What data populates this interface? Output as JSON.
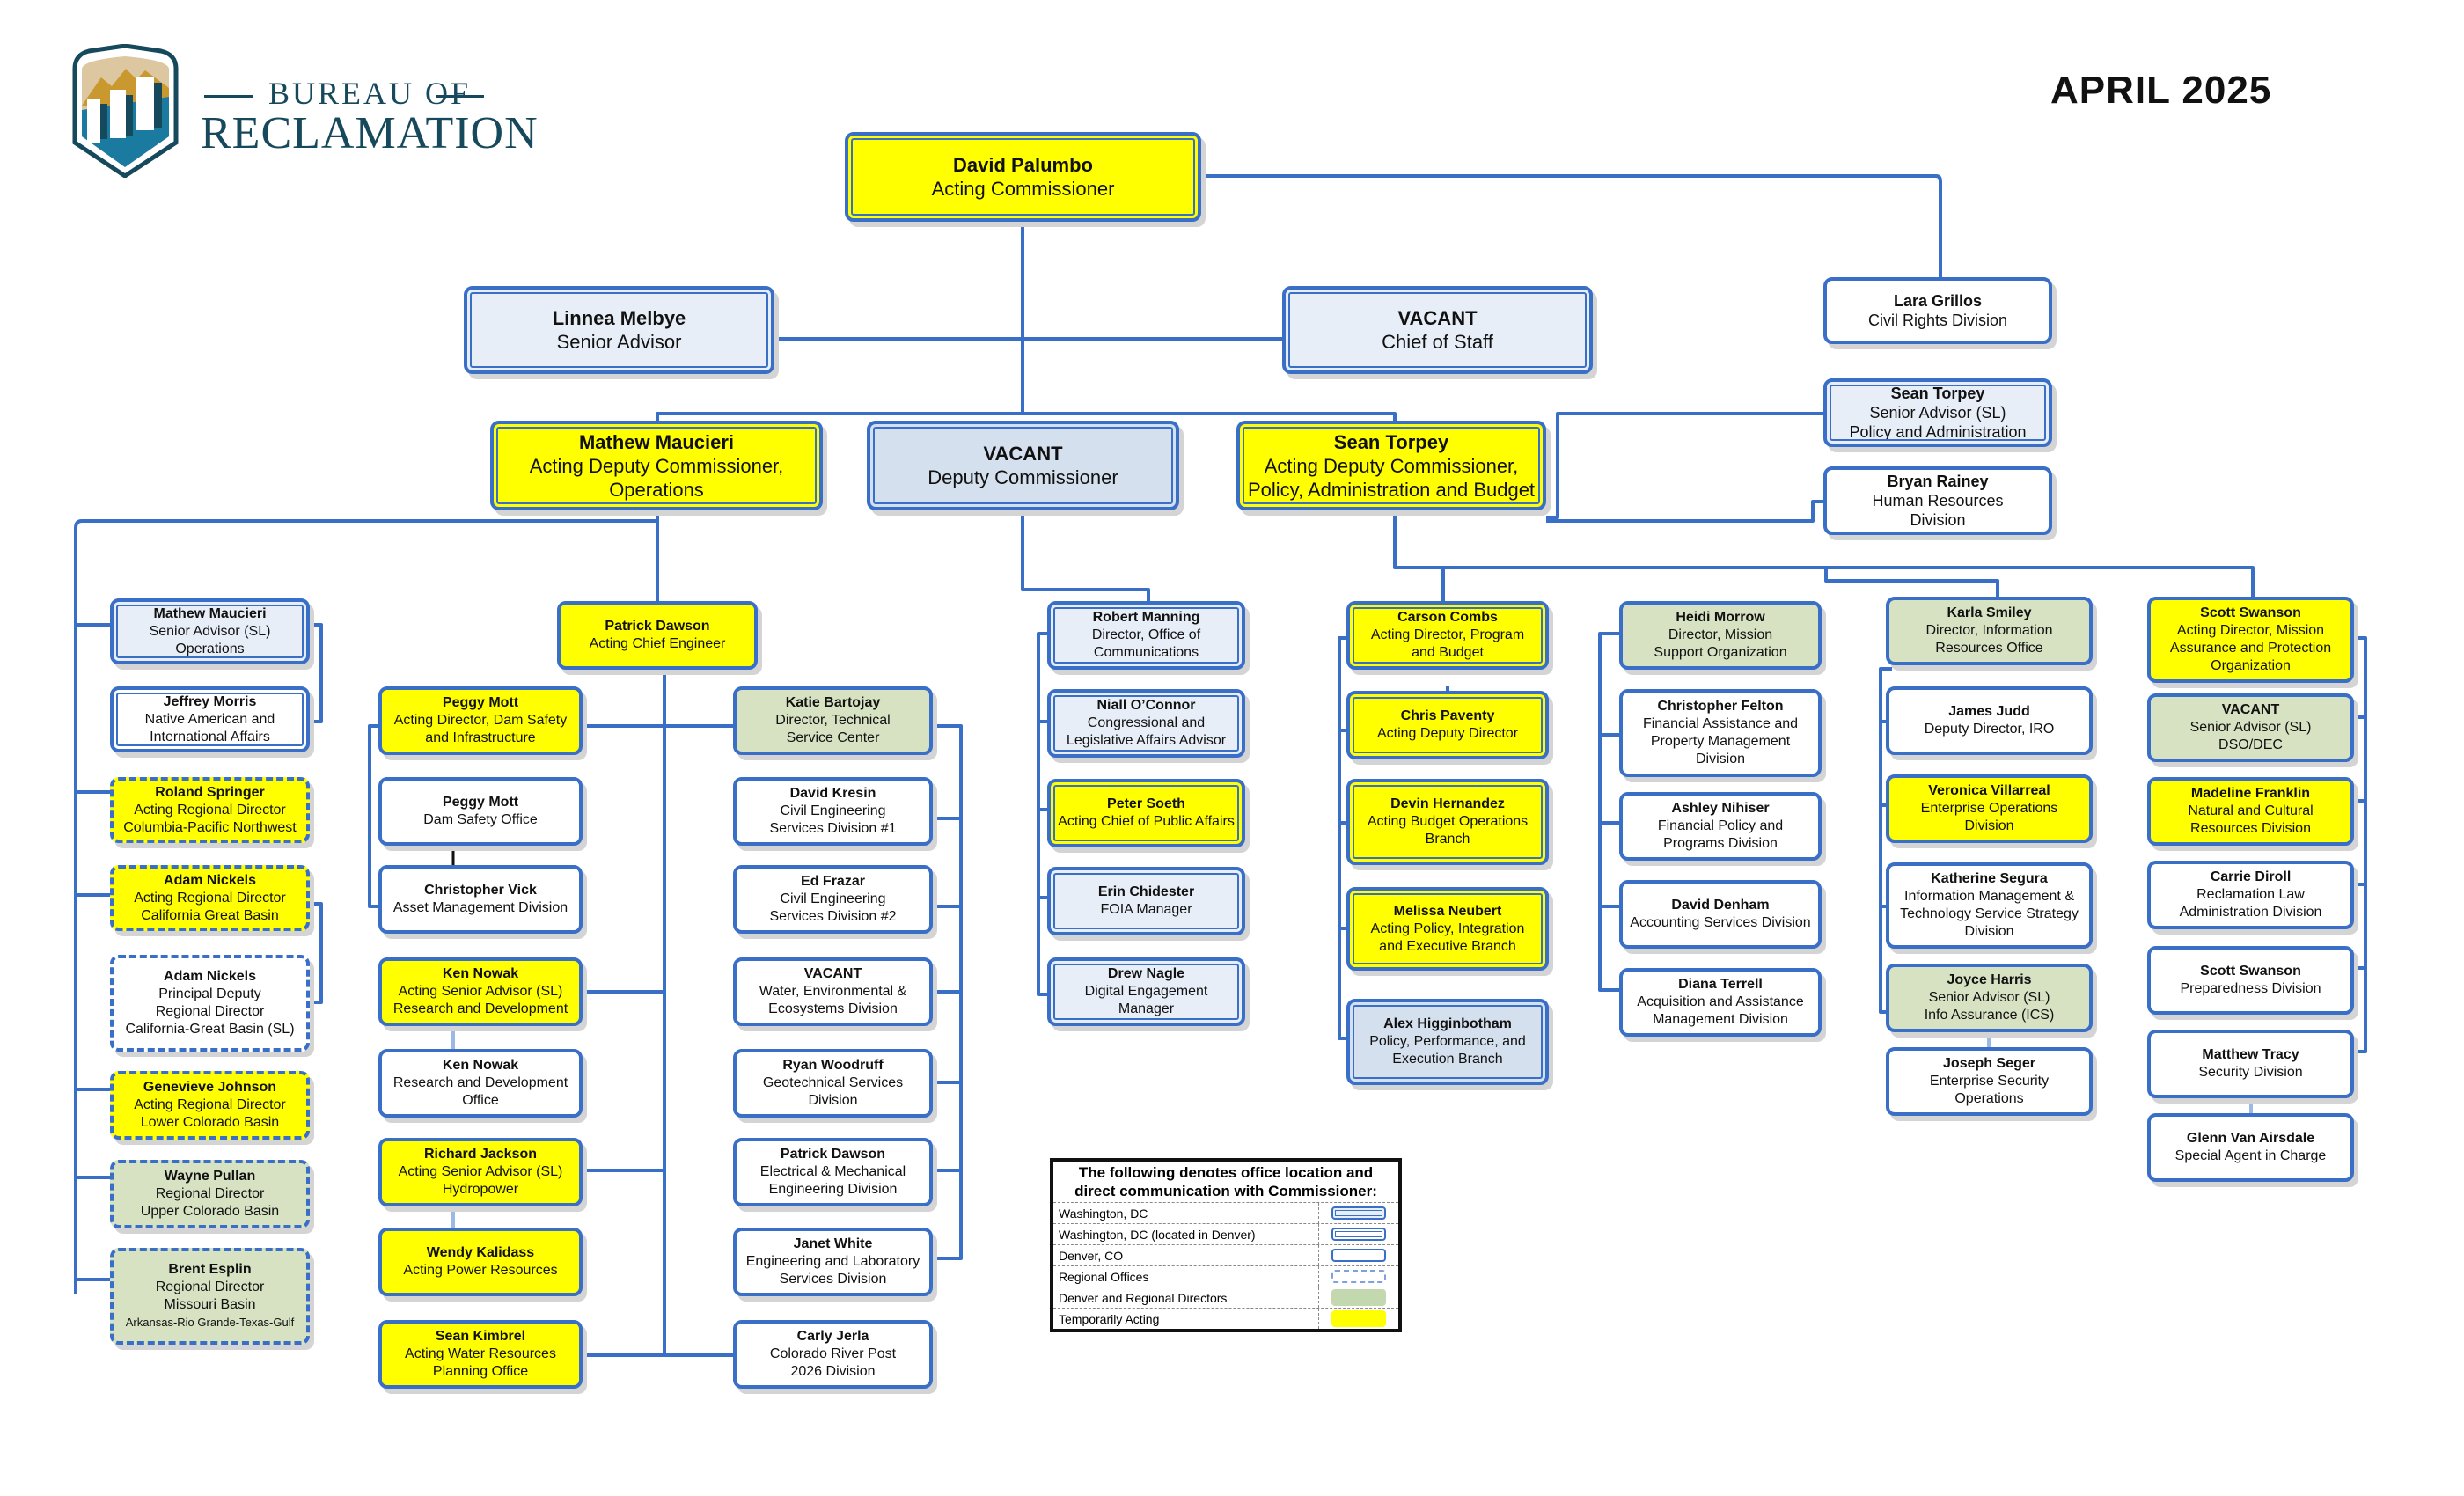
{
  "header": {
    "org_name_top": "BUREAU OF",
    "org_name_main": "RECLAMATION",
    "date": "APRIL 2025"
  },
  "colors": {
    "line": "#3a6fc8",
    "acting": "#ffff00",
    "washington_dc_fill": "#e8eef8",
    "director_fill": "#d7e2c3",
    "logo_navy": "#16495c",
    "logo_gold": "#c9992f",
    "logo_teal": "#1a7aa0"
  },
  "commissioner": {
    "name": "David Palumbo",
    "title": [
      "Acting Commissioner"
    ]
  },
  "staff": {
    "senior_advisor": {
      "name": "Linnea Melbye",
      "title": [
        "Senior Advisor"
      ]
    },
    "chief_of_staff": {
      "name": "VACANT",
      "title": [
        "Chief of Staff"
      ]
    },
    "civil_rights": {
      "name": "Lara Grillos",
      "title": [
        "Civil Rights Division"
      ]
    },
    "pab_senior_advisor": {
      "name": "Sean Torpey",
      "title": [
        "Senior Advisor (SL)",
        "Policy and Administration"
      ]
    },
    "human_resources": {
      "name": "Bryan Rainey",
      "title": [
        "Human Resources",
        "Division"
      ]
    }
  },
  "deputies": {
    "operations": {
      "name": "Mathew Maucieri",
      "title": [
        "Acting Deputy Commissioner,",
        "Operations"
      ]
    },
    "deputy": {
      "name": "VACANT",
      "title": [
        "Deputy Commissioner"
      ]
    },
    "pab": {
      "name": "Sean Torpey",
      "title": [
        "Acting Deputy Commissioner,",
        "Policy, Administration and Budget"
      ]
    }
  },
  "regions": [
    {
      "name": "Mathew Maucieri",
      "title": [
        "Senior Advisor (SL)",
        "Operations"
      ]
    },
    {
      "name": "Jeffrey Morris",
      "title": [
        "Native American and",
        "International Affairs"
      ]
    },
    {
      "name": "Roland Springer",
      "title": [
        "Acting Regional Director",
        "Columbia-Pacific Northwest"
      ]
    },
    {
      "name": "Adam Nickels",
      "title": [
        "Acting Regional Director",
        "California Great Basin"
      ]
    },
    {
      "name": "Adam Nickels",
      "title": [
        "Principal Deputy",
        "Regional Director",
        "California-Great Basin (SL)"
      ]
    },
    {
      "name": "Genevieve Johnson",
      "title": [
        "Acting Regional Director",
        "Lower Colorado Basin"
      ]
    },
    {
      "name": "Wayne Pullan",
      "title": [
        "Regional Director",
        "Upper Colorado Basin"
      ]
    },
    {
      "name": "Brent Esplin",
      "title": [
        "Regional Director",
        "Missouri Basin",
        "Arkansas-Rio Grande-Texas-Gulf"
      ]
    }
  ],
  "chief_engineer": {
    "name": "Patrick Dawson",
    "title": [
      "Acting Chief Engineer"
    ]
  },
  "engineering_left": [
    {
      "name": "Peggy Mott",
      "title": [
        "Acting Director, Dam Safety",
        "and  Infrastructure"
      ]
    },
    {
      "name": "Peggy Mott",
      "title": [
        "Dam Safety Office"
      ]
    },
    {
      "name": "Christopher Vick",
      "title": [
        "Asset Management Division"
      ]
    },
    {
      "name": "Ken Nowak",
      "title": [
        "Acting Senior Advisor (SL)",
        "Research and Development"
      ]
    },
    {
      "name": "Ken Nowak",
      "title": [
        "Research and Development",
        "Office"
      ]
    },
    {
      "name": "Richard Jackson",
      "title": [
        "Acting Senior Advisor (SL)",
        "Hydropower"
      ]
    },
    {
      "name": "Wendy Kalidass",
      "title": [
        "Acting Power Resources"
      ]
    },
    {
      "name": "Sean Kimbrel",
      "title": [
        "Acting Water Resources",
        "Planning Office"
      ]
    }
  ],
  "engineering_right": [
    {
      "name": "Katie Bartojay",
      "title": [
        "Director, Technical",
        "Service Center"
      ]
    },
    {
      "name": "David Kresin",
      "title": [
        "Civil Engineering",
        "Services Division #1"
      ]
    },
    {
      "name": "Ed Frazar",
      "title": [
        "Civil Engineering",
        "Services Division #2"
      ]
    },
    {
      "name": "VACANT",
      "title": [
        "Water, Environmental &",
        "Ecosystems Division"
      ]
    },
    {
      "name": "Ryan Woodruff",
      "title": [
        "Geotechnical Services",
        "Division"
      ]
    },
    {
      "name": "Patrick Dawson",
      "title": [
        "Electrical & Mechanical",
        "Engineering Division"
      ]
    },
    {
      "name": "Janet White",
      "title": [
        "Engineering and Laboratory",
        "Services Division"
      ]
    },
    {
      "name": "Carly Jerla",
      "title": [
        "Colorado River Post",
        "2026 Division"
      ]
    }
  ],
  "communications": [
    {
      "name": "Robert Manning",
      "title": [
        "Director, Office of",
        "Communications"
      ]
    },
    {
      "name": "Niall O’Connor",
      "title": [
        "Congressional and",
        "Legislative Affairs Advisor"
      ]
    },
    {
      "name": "Peter Soeth",
      "title": [
        "Acting Chief of Public Affairs"
      ]
    },
    {
      "name": "Erin Chidester",
      "title": [
        "FOIA Manager"
      ]
    },
    {
      "name": "Drew Nagle",
      "title": [
        "Digital Engagement",
        "Manager"
      ]
    }
  ],
  "budget": [
    {
      "name": "Carson Combs",
      "title": [
        "Acting Director, Program",
        "and Budget"
      ]
    },
    {
      "name": "Chris Paventy",
      "title": [
        "Acting Deputy Director"
      ]
    },
    {
      "name": "Devin Hernandez",
      "title": [
        "Acting Budget Operations",
        "Branch"
      ]
    },
    {
      "name": "Melissa Neubert",
      "title": [
        "Acting Policy, Integration",
        "and Executive Branch"
      ]
    },
    {
      "name": "Alex Higginbotham",
      "title": [
        "Policy, Performance, and",
        "Execution Branch"
      ]
    }
  ],
  "mission_support": [
    {
      "name": "Heidi Morrow",
      "title": [
        "Director, Mission",
        "Support Organization"
      ]
    },
    {
      "name": "Christopher Felton",
      "title": [
        "Financial Assistance and",
        "Property Management",
        "Division"
      ]
    },
    {
      "name": "Ashley Nihiser",
      "title": [
        "Financial Policy and",
        "Programs Division"
      ]
    },
    {
      "name": "David Denham",
      "title": [
        "Accounting Services Division"
      ]
    },
    {
      "name": "Diana Terrell",
      "title": [
        "Acquisition and Assistance",
        "Management Division"
      ]
    }
  ],
  "information_resources": [
    {
      "name": "Karla Smiley",
      "title": [
        "Director, Information",
        "Resources Office"
      ]
    },
    {
      "name": "James Judd",
      "title": [
        "Deputy Director, IRO"
      ]
    },
    {
      "name": "Veronica Villarreal",
      "title": [
        "Enterprise Operations",
        "Division"
      ]
    },
    {
      "name": "Katherine Segura",
      "title": [
        "Information Management &",
        "Technology Service Strategy",
        "Division"
      ]
    },
    {
      "name": "Joyce Harris",
      "title": [
        "Senior Advisor (SL)",
        "Info Assurance (ICS)"
      ]
    },
    {
      "name": "Joseph Seger",
      "title": [
        "Enterprise Security",
        "Operations"
      ]
    }
  ],
  "mission_assurance": [
    {
      "name": "Scott Swanson",
      "title": [
        "Acting Director, Mission",
        "Assurance and Protection",
        "Organization"
      ]
    },
    {
      "name": "VACANT",
      "title": [
        "Senior Advisor (SL)",
        "DSO/DEC"
      ]
    },
    {
      "name": "Madeline Franklin",
      "title": [
        "Natural and Cultural",
        "Resources Division"
      ]
    },
    {
      "name": "Carrie Diroll",
      "title": [
        "Reclamation Law",
        "Administration Division"
      ]
    },
    {
      "name": "Scott Swanson",
      "title": [
        "Preparedness Division"
      ]
    },
    {
      "name": "Matthew Tracy",
      "title": [
        "Security Division"
      ]
    },
    {
      "name": "Glenn Van Airsdale",
      "title": [
        "Special Agent in Charge"
      ]
    }
  ],
  "legend": {
    "title": "The following denotes office location and direct communication with Commissioner:",
    "items": [
      {
        "label": "Washington, DC",
        "swatch": "double-border-light-blue"
      },
      {
        "label": "Washington, DC (located in Denver)",
        "swatch": "double-border-white"
      },
      {
        "label": "Denver, CO",
        "swatch": "single-border-white"
      },
      {
        "label": "Regional Offices",
        "swatch": "dashed-border"
      },
      {
        "label": "Denver and Regional Directors",
        "swatch": "green-fill"
      },
      {
        "label": "Temporarily Acting",
        "swatch": "yellow-fill"
      }
    ]
  }
}
